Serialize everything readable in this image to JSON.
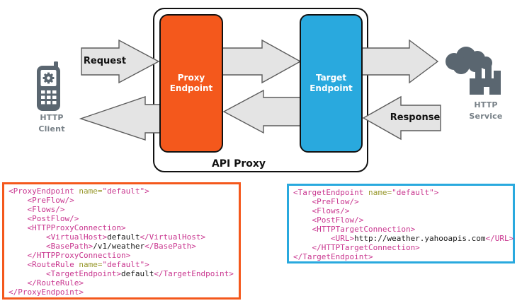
{
  "diagram": {
    "client": {
      "line1": "HTTP",
      "line2": "Client"
    },
    "service": {
      "line1": "HTTP",
      "line2": "Service"
    },
    "request_label": "Request",
    "response_label": "Response",
    "api_proxy_label": "API Proxy",
    "proxy_endpoint": {
      "line1": "Proxy",
      "line2": "Endpoint"
    },
    "target_endpoint": {
      "line1": "Target",
      "line2": "Endpoint"
    },
    "colors": {
      "proxy_orange": "#F4581C",
      "target_blue": "#29A9DE",
      "icon_gray": "#5A6670",
      "entity_label_gray": "#778087",
      "arrow_fill": "#E4E4E4",
      "arrow_stroke": "#5C5C5C",
      "code_tag_pink": "#C9368F",
      "code_attr_olive": "#99992E"
    }
  },
  "code_boxes": {
    "proxy": {
      "lines": [
        [
          [
            "tag",
            "<ProxyEndpoint "
          ],
          [
            "attr",
            "name="
          ],
          [
            "str",
            "\"default\""
          ],
          [
            "tag",
            ">"
          ]
        ],
        [
          [
            "tag",
            "    <PreFlow/>"
          ]
        ],
        [
          [
            "tag",
            "    <Flows/>"
          ]
        ],
        [
          [
            "tag",
            "    <PostFlow/>"
          ]
        ],
        [
          [
            "tag",
            "    <HTTPProxyConnection>"
          ]
        ],
        [
          [
            "tag",
            "        <VirtualHost>"
          ],
          [
            "txt",
            "default"
          ],
          [
            "tag",
            "</VirtualHost>"
          ]
        ],
        [
          [
            "tag",
            "        <BasePath>"
          ],
          [
            "txt",
            "/v1/weather"
          ],
          [
            "tag",
            "</BasePath>"
          ]
        ],
        [
          [
            "tag",
            "    </HTTPProxyConnection>"
          ]
        ],
        [
          [
            "tag",
            "    <RouteRule "
          ],
          [
            "attr",
            "name="
          ],
          [
            "str",
            "\"default\""
          ],
          [
            "tag",
            ">"
          ]
        ],
        [
          [
            "tag",
            "        <TargetEndpoint>"
          ],
          [
            "txt",
            "default"
          ],
          [
            "tag",
            "</TargetEndpoint>"
          ]
        ],
        [
          [
            "tag",
            "    </RouteRule>"
          ]
        ],
        [
          [
            "tag",
            "</ProxyEndpoint>"
          ]
        ]
      ]
    },
    "target": {
      "lines": [
        [
          [
            "tag",
            "<TargetEndpoint "
          ],
          [
            "attr",
            "name="
          ],
          [
            "str",
            "\"default\""
          ],
          [
            "tag",
            ">"
          ]
        ],
        [
          [
            "tag",
            "    <PreFlow/>"
          ]
        ],
        [
          [
            "tag",
            "    <Flows/>"
          ]
        ],
        [
          [
            "tag",
            "    <PostFlow/>"
          ]
        ],
        [
          [
            "tag",
            "    <HTTPTargetConnection>"
          ]
        ],
        [
          [
            "tag",
            "        <URL>"
          ],
          [
            "txt",
            "http://weather.yahooapis.com"
          ],
          [
            "tag",
            "</URL>"
          ]
        ],
        [
          [
            "tag",
            "    </HTTPTargetConnection>"
          ]
        ],
        [
          [
            "tag",
            "</TargetEndpoint>"
          ]
        ]
      ]
    }
  }
}
